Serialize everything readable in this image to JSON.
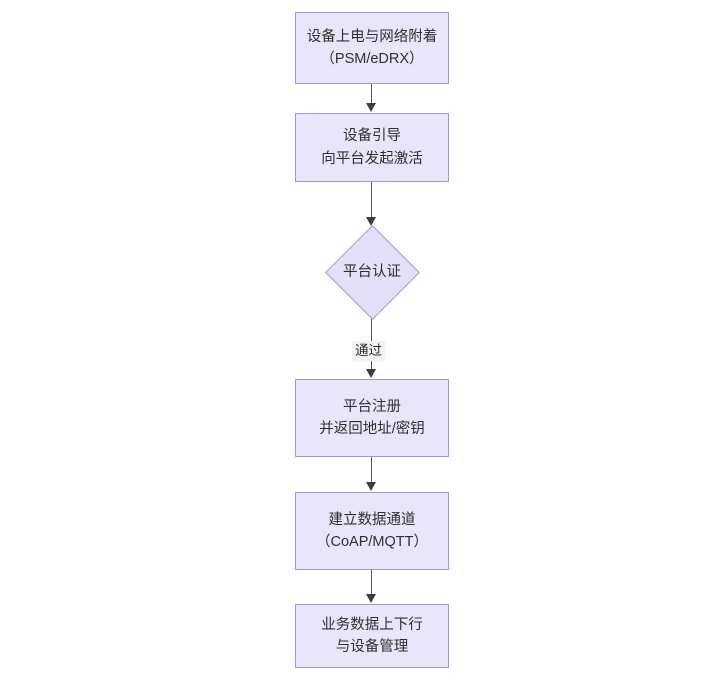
{
  "diagram": {
    "type": "flowchart",
    "orientation": "top-to-bottom",
    "background_color": "#ffffff",
    "node_fill_color": "#e9e6fa",
    "node_border_color": "#a98fdc",
    "connector_color": "#555a60",
    "text_color": "#2f2f2f",
    "nodes": [
      {
        "id": "power",
        "shape": "rectangle",
        "line1": "设备上电与网络附着",
        "line2": "（PSM/eDRX）"
      },
      {
        "id": "bootstrap",
        "shape": "rectangle",
        "line1": "设备引导",
        "line2": "向平台发起激活"
      },
      {
        "id": "auth",
        "shape": "diamond",
        "line1": "平台认证"
      },
      {
        "id": "register",
        "shape": "rectangle",
        "line1": "平台注册",
        "line2": "并返回地址/密钥"
      },
      {
        "id": "channel",
        "shape": "rectangle",
        "line1": "建立数据通道",
        "line2": "（CoAP/MQTT）"
      },
      {
        "id": "business",
        "shape": "rectangle",
        "line1": "业务数据上下行",
        "line2": "与设备管理"
      }
    ],
    "edges": [
      {
        "id": "e1",
        "from": "power",
        "to": "bootstrap",
        "label": ""
      },
      {
        "id": "e2",
        "from": "bootstrap",
        "to": "auth",
        "label": ""
      },
      {
        "id": "e3",
        "from": "auth",
        "to": "register",
        "label": "通过"
      },
      {
        "id": "e4",
        "from": "register",
        "to": "channel",
        "label": ""
      },
      {
        "id": "e5",
        "from": "channel",
        "to": "business",
        "label": ""
      }
    ]
  }
}
